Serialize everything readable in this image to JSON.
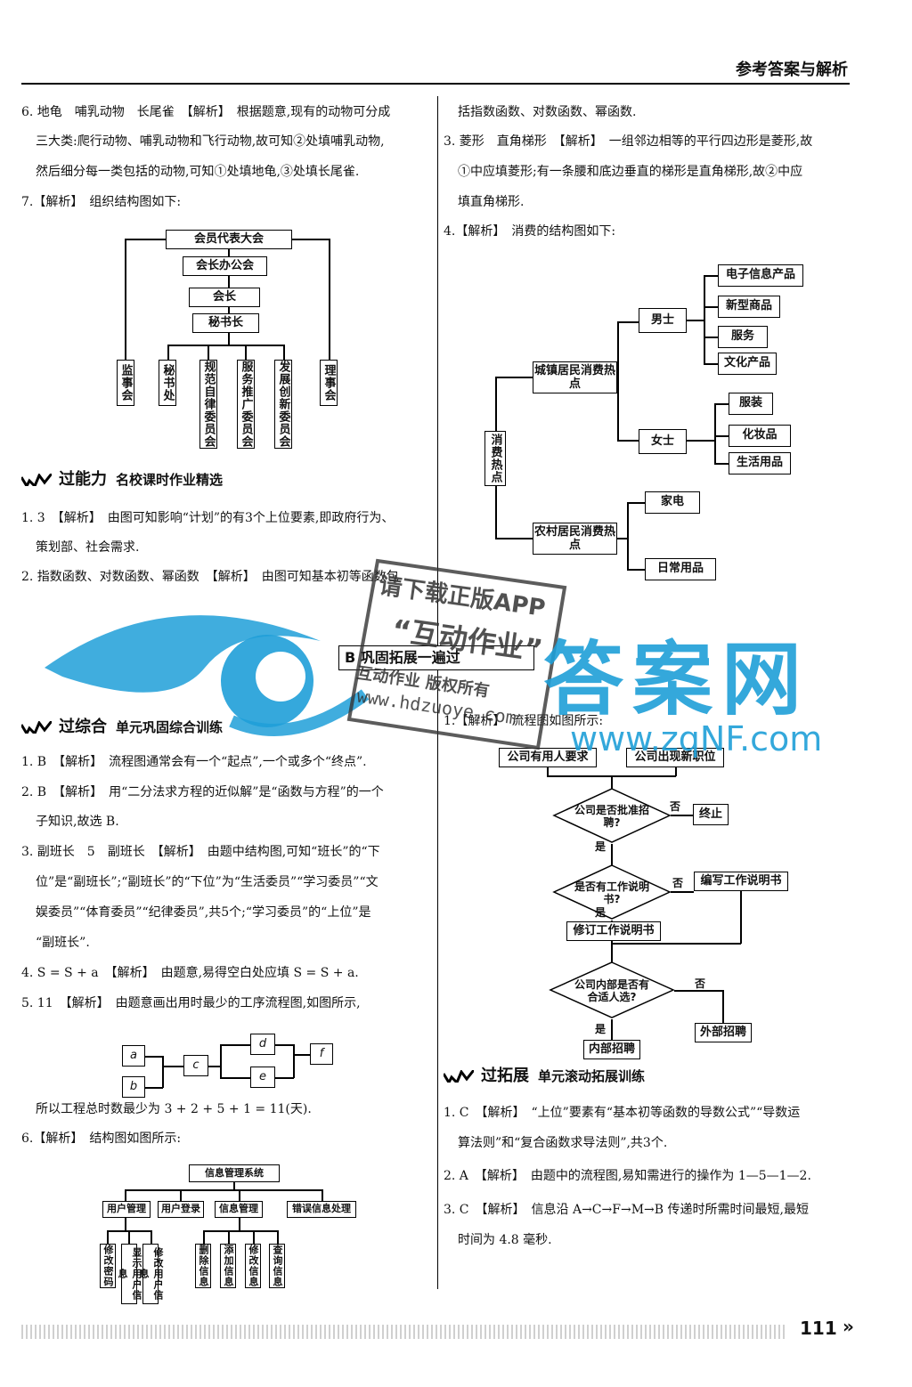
{
  "header": {
    "title": "参考答案与解析"
  },
  "left": {
    "q6": [
      "6. 地龟　哺乳动物　长尾雀　【解析】　根据题意,现有的动物可分成",
      "三大类:爬行动物、哺乳动物和飞行动物,故可知②处填哺乳动物,",
      "然后细分每一类包括的动物,可知①处填地龟,③处填长尾雀."
    ],
    "q7": "7.【解析】　组织结构图如下:",
    "org": {
      "top": "会员代表大会",
      "office": "会长办公会",
      "chair": "会长",
      "secretary": "秘书长",
      "branches": [
        "监事会",
        "秘书处",
        "规范自律委员会",
        "服务推广委员会",
        "发展创新委员会",
        "理事会"
      ]
    },
    "section1": {
      "title": "过能力",
      "sub": "名校课时作业精选"
    },
    "s1q1": [
      "1. 3　【解析】　由图可知影响“计划”的有3个上位要素,即政府行为、",
      "策划部、社会需求."
    ],
    "s1q2": "2. 指数函数、对数函数、幂函数　【解析】　由图可知基本初等函数包",
    "banner": "B 巩固拓展一遍过",
    "section2": {
      "title": "过综合",
      "sub": "单元巩固综合训练"
    },
    "s2q1": "1. B　【解析】　流程图通常会有一个“起点”,一个或多个“终点”.",
    "s2q2": [
      "2. B　【解析】　用“二分法求方程的近似解”是“函数与方程”的一个",
      "子知识,故选 B."
    ],
    "s2q3": [
      "3. 副班长　5　副班长　【解析】　由题中结构图,可知“班长”的“下",
      "位”是“副班长”;“副班长”的“下位”为“生活委员”“学习委员”“文",
      "娱委员”“体育委员”“纪律委员”,共5个;“学习委员”的“上位”是",
      "“副班长”."
    ],
    "s2q4": "4. S = S + a　【解析】　由题意,易得空白处应填 S = S + a.",
    "s2q5": "5. 11　【解析】　由题意画出用时最少的工序流程图,如图所示,",
    "proc": [
      "a",
      "b",
      "c",
      "d",
      "e",
      "f"
    ],
    "s2q5b": "所以工程总时数最少为 3 + 2 + 5 + 1 = 11(天).",
    "s2q6": "6.【解析】　结构图如图所示:",
    "info": {
      "root": "信息管理系统",
      "children": [
        "用户管理",
        "用户登录",
        "信息管理",
        "错误信息处理"
      ],
      "user": [
        "修改密码",
        "显示用户信息",
        "修改用户信息"
      ],
      "infoMgmt": [
        "删除信息",
        "添加信息",
        "修改信息",
        "查询信息"
      ]
    }
  },
  "right": {
    "cont": "括指数函数、对数函数、幂函数.",
    "q3": [
      "3. 菱形　直角梯形　【解析】　一组邻边相等的平行四边形是菱形,故",
      "①中应填菱形;有一条腰和底边垂直的梯形是直角梯形,故②中应",
      "填直角梯形."
    ],
    "q4": "4.【解析】　消费的结构图如下:",
    "cons": {
      "root": "消费热点",
      "urban": "城镇居民消费热点",
      "rural": "农村居民消费热点",
      "male": "男士",
      "female": "女士",
      "maleItems": [
        "电子信息产品",
        "新型商品",
        "服务",
        "文化产品"
      ],
      "femaleItems": [
        "服装",
        "化妆品",
        "生活用品"
      ],
      "ruralItems": [
        "家电",
        "日常用品"
      ]
    },
    "q1": "1.【解析】　流程图如图所示:",
    "flow": {
      "start1": "公司有用人要求",
      "start2": "公司出现新职位",
      "d1": "公司是否批准招聘?",
      "stop": "终止",
      "d2": "是否有工作说明书?",
      "write": "编写工作说明书",
      "revise": "修订工作说明书",
      "d3": "公司内部是否有合适人选?",
      "internal": "内部招聘",
      "external": "外部招聘",
      "yes": "是",
      "no": "否"
    },
    "section3": {
      "title": "过拓展",
      "sub": "单元滚动拓展训练"
    },
    "e1": [
      "1. C　【解析】　“上位”要素有“基本初等函数的导数公式”“导数运",
      "算法则”和“复合函数求导法则”,共3个."
    ],
    "e2": "2. A　【解析】　由题中的流程图,易知需进行的操作为 1—5—1—2.",
    "e3": [
      "3. C　【解析】　信息沿 A→C→F→M→B 传递时所需时间最短,最短",
      "时间为 4.8 毫秒."
    ]
  },
  "watermark": {
    "line1": "请下载正版APP",
    "line2": "“互动作业”",
    "line3": "互动作业 版权所有",
    "line4": "www.hdzuoye.com",
    "site": "答案网",
    "url": "www.zqNF.com"
  },
  "footer": {
    "page": "111",
    "arrow": "»"
  }
}
